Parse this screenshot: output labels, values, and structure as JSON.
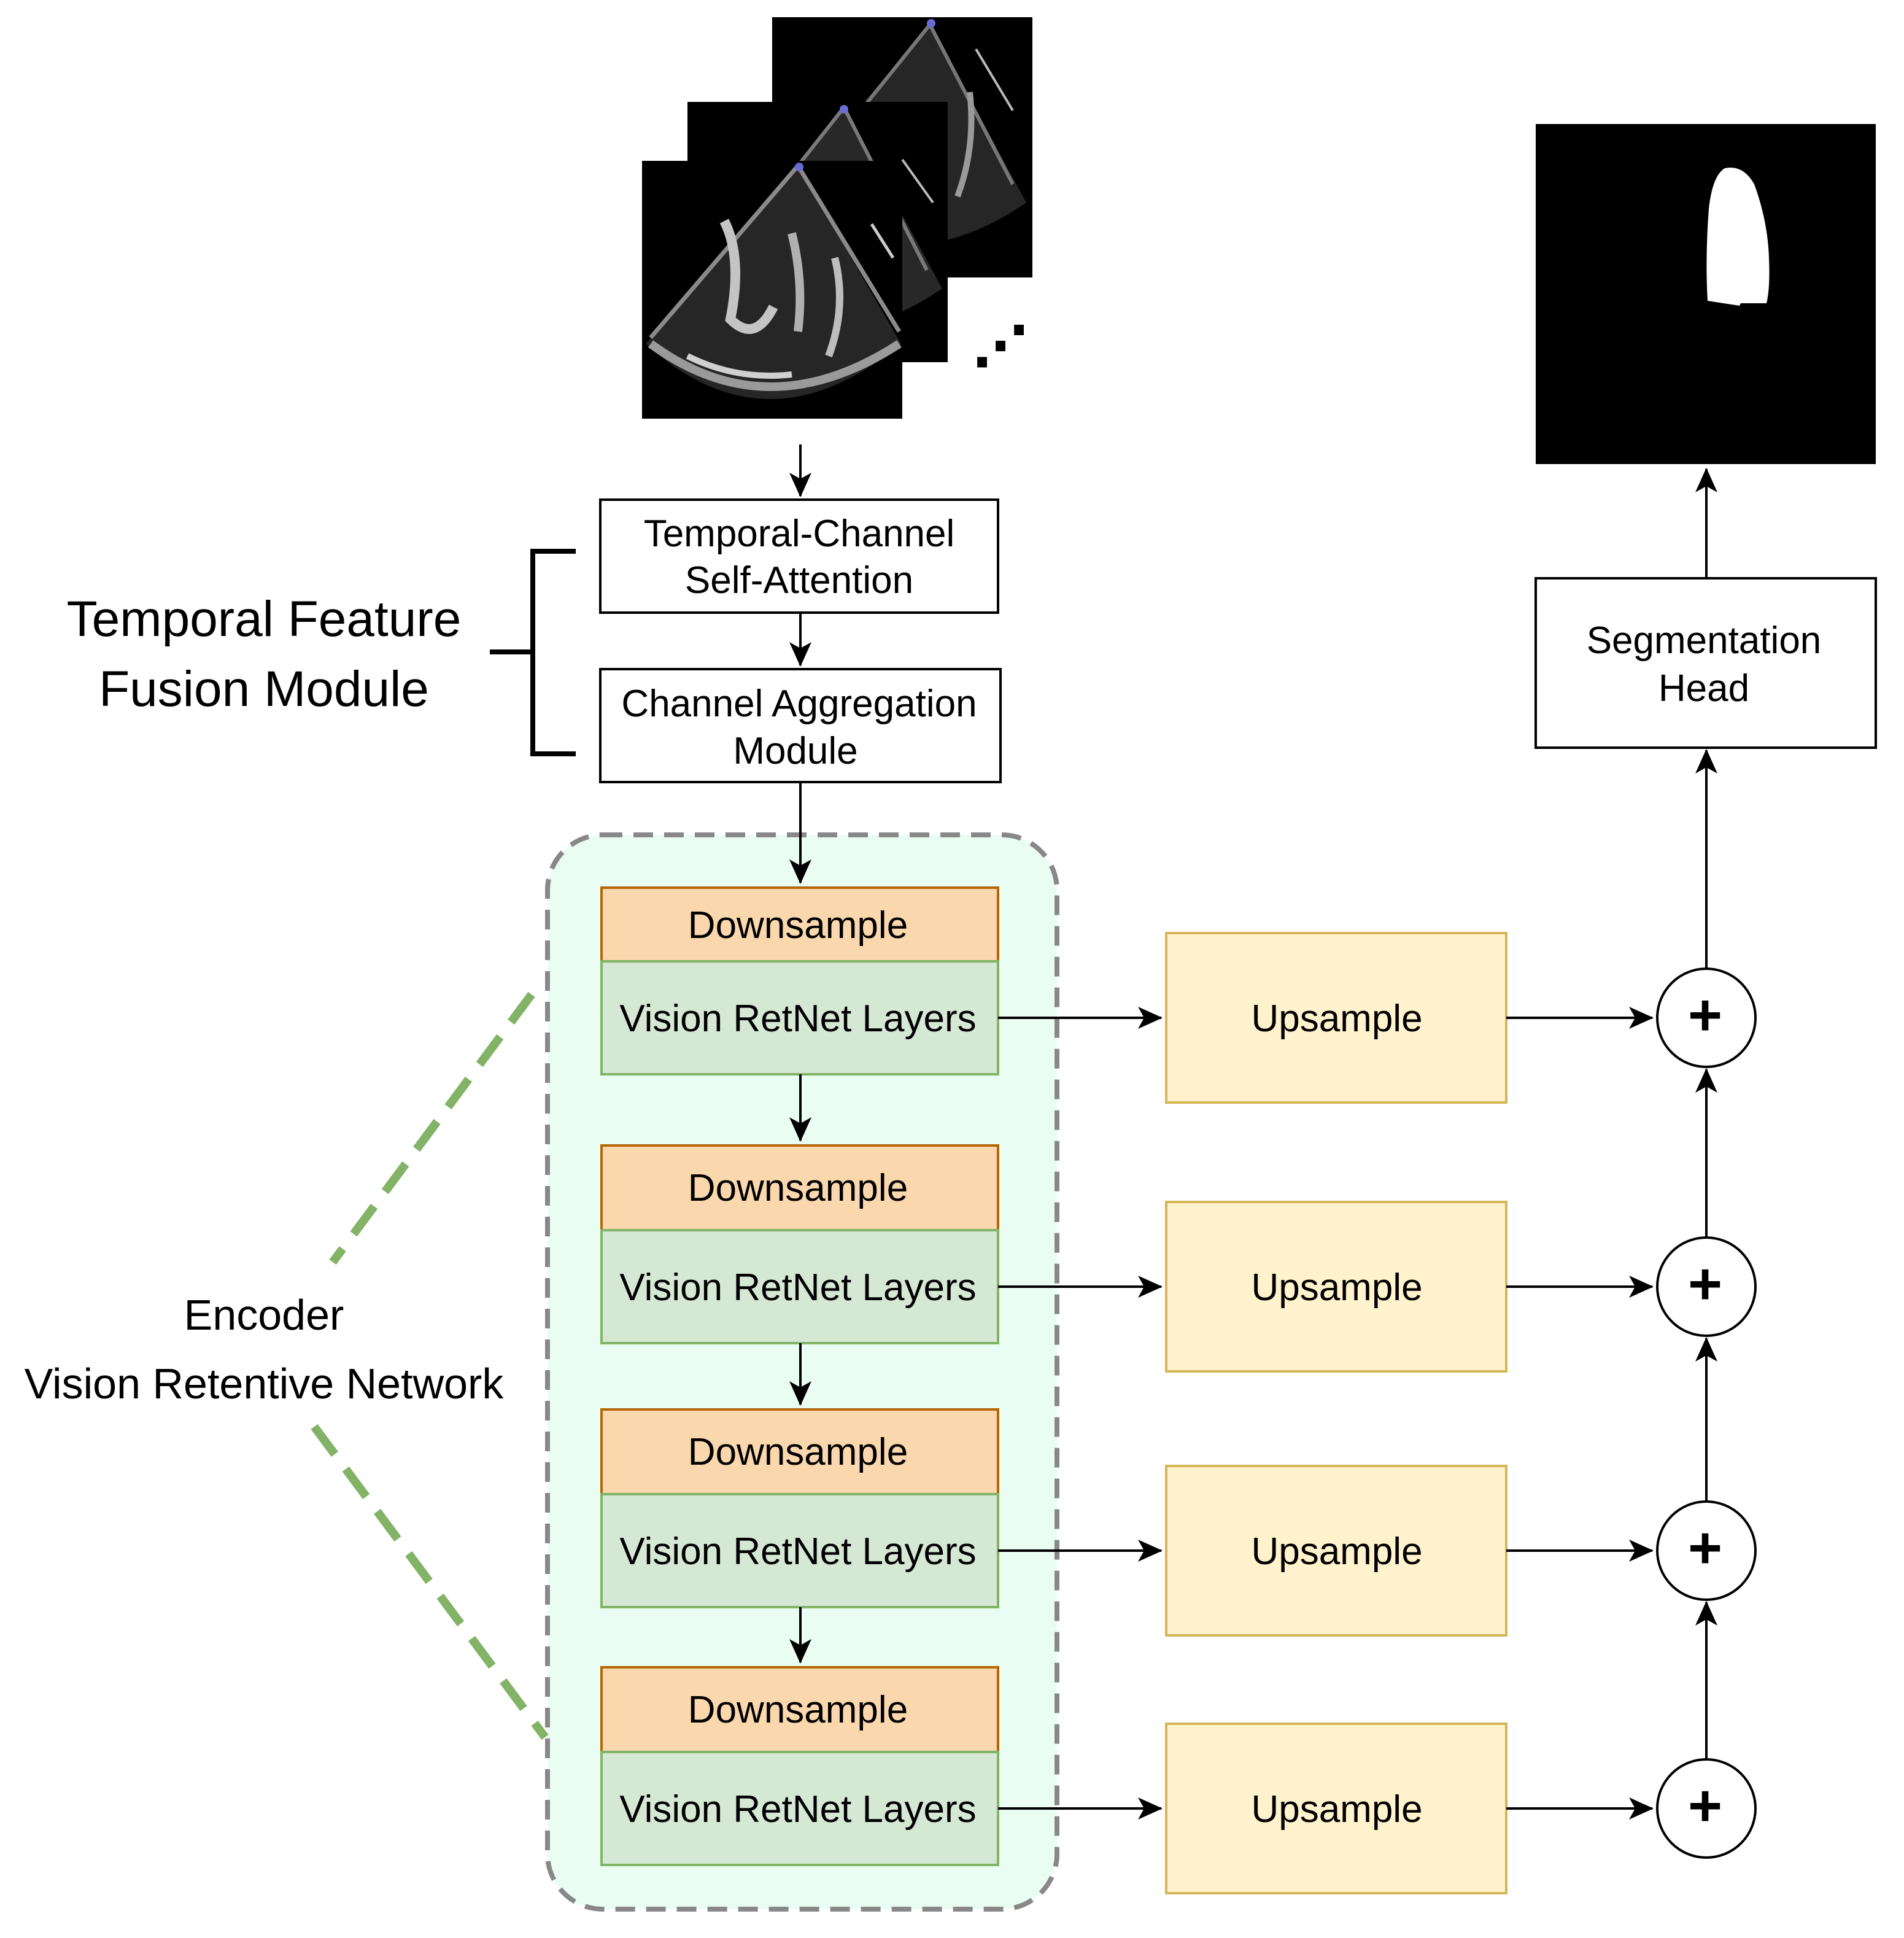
{
  "colors": {
    "downsample_fill": "#fad7ac",
    "downsample_stroke": "#b46504",
    "retnet_fill": "#d5e8d4",
    "retnet_stroke": "#82b366",
    "upsample_fill": "#fff2cc",
    "upsample_stroke": "#d6b656",
    "encoder_fill": "#eafdf2",
    "encoder_border": "#888888",
    "encoder_lines": "#82b366"
  },
  "temporal_module": {
    "label_line1": "Temporal Feature",
    "label_line2": "Fusion Module",
    "attention_line1": "Temporal-Channel",
    "attention_line2": "Self-Attention",
    "aggregation_line1": "Channel Aggregation",
    "aggregation_line2": "Module"
  },
  "input_frames": {
    "more_indicator": "⋰"
  },
  "encoder": {
    "label_line1": "Encoder",
    "label_line2": "Vision Retentive Network",
    "stages": [
      {
        "downsample": "Downsample",
        "layers": "Vision RetNet Layers",
        "upsample": "Upsample",
        "merge": "+"
      },
      {
        "downsample": "Downsample",
        "layers": "Vision RetNet Layers",
        "upsample": "Upsample",
        "merge": "+"
      },
      {
        "downsample": "Downsample",
        "layers": "Vision RetNet Layers",
        "upsample": "Upsample",
        "merge": "+"
      },
      {
        "downsample": "Downsample",
        "layers": "Vision RetNet Layers",
        "upsample": "Upsample",
        "merge": "+"
      }
    ]
  },
  "head": {
    "line1": "Segmentation",
    "line2": "Head"
  }
}
